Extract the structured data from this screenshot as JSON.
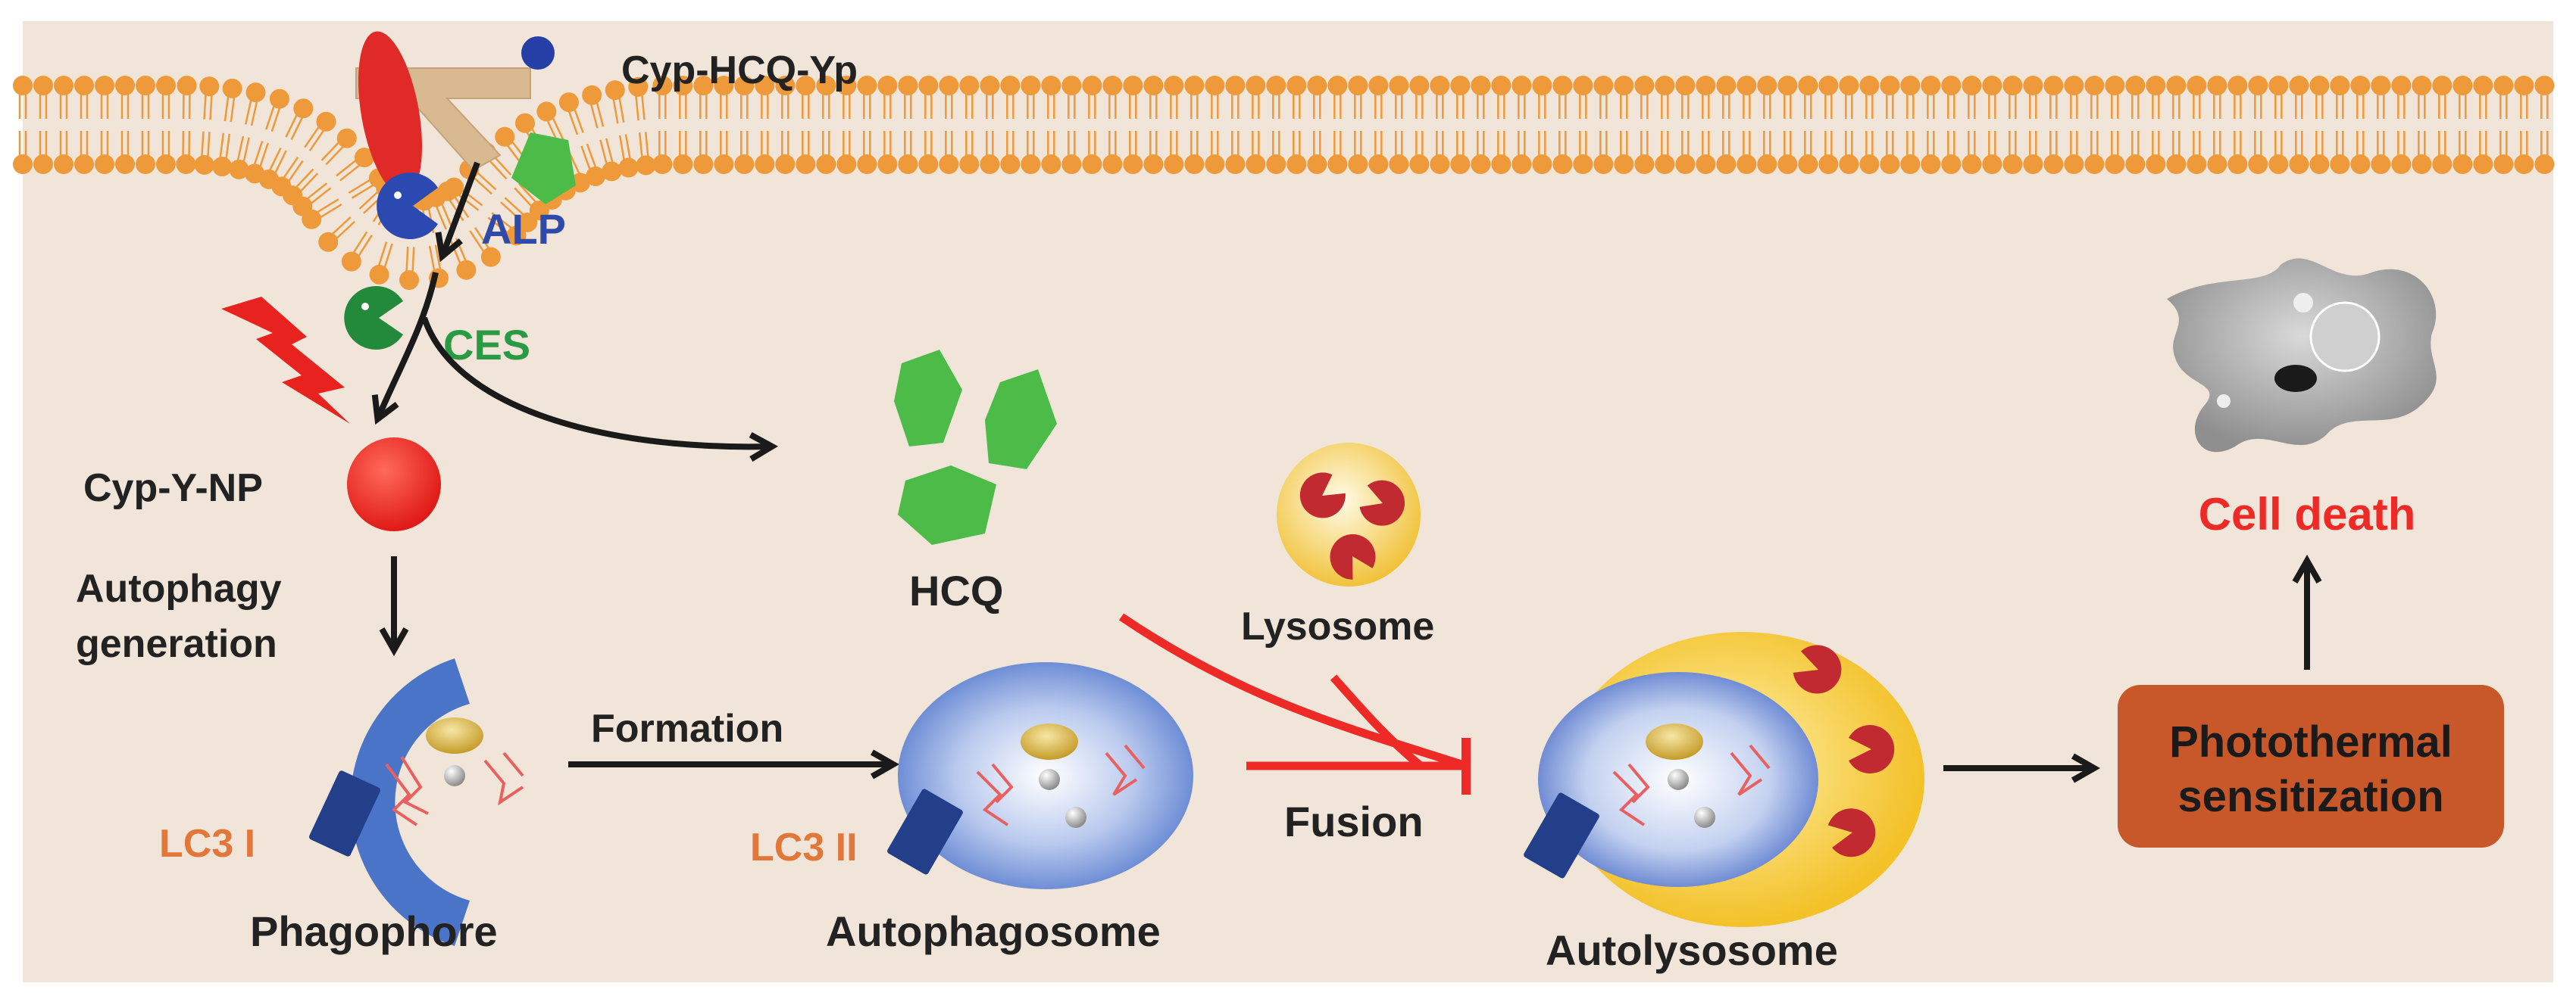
{
  "labels": {
    "prodrug": "Cyp-HCQ-Yp",
    "alp": "ALP",
    "ces": "CES",
    "nanoparticle": "Cyp-Y-NP",
    "autophagy_line1": "Autophagy",
    "autophagy_line2": "generation",
    "hcq": "HCQ",
    "lysosome": "Lysosome",
    "formation": "Formation",
    "fusion": "Fusion",
    "lc3_1": "LC3 I",
    "lc3_2": "LC3 II",
    "phagophore": "Phagophore",
    "autophagosome": "Autophagosome",
    "autolysosome": "Autolysosome",
    "cell_death": "Cell death",
    "ptt_line1": "Photothermal",
    "ptt_line2": "sensitization"
  },
  "colors": {
    "background": "#f1e5d9",
    "membrane": "#ee9a3a",
    "arrow": "#1a1a1a",
    "inhibition": "#ee2a27",
    "red_text": "#ee2a27",
    "lc3_text": "#e2773a",
    "alp_text": "#2f4aa8",
    "ces_text": "#2a9a45",
    "hcq_green": "#4cbb47",
    "ptt_box": "#c8582a"
  }
}
